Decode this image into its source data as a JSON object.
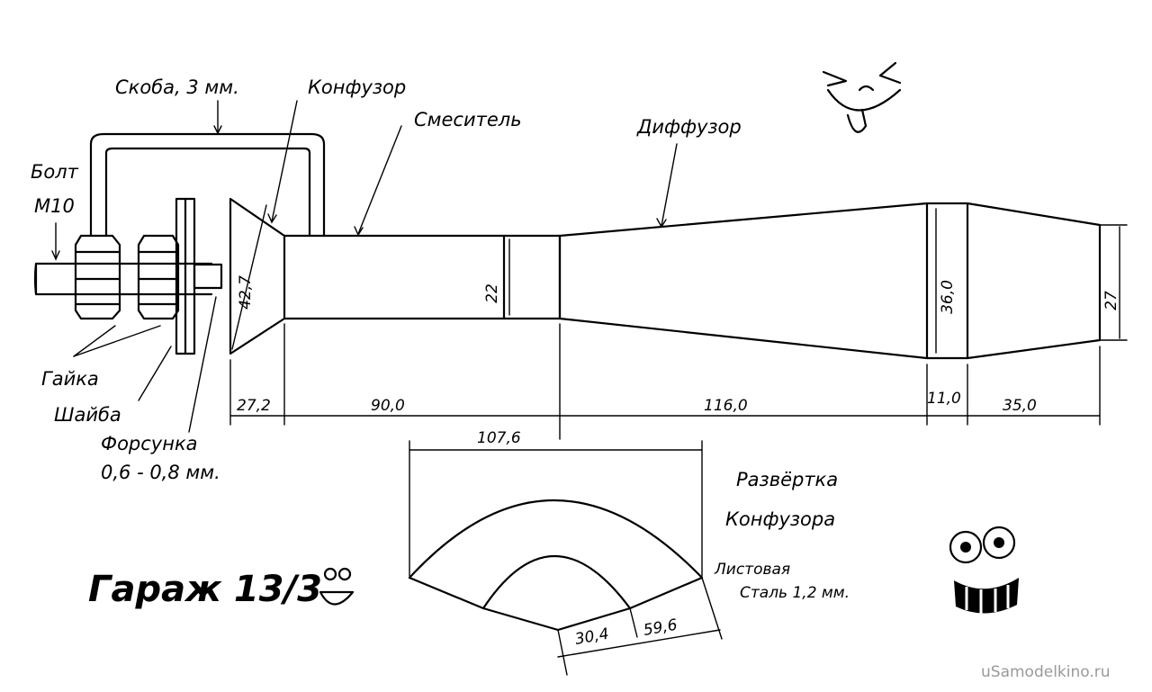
{
  "labels": {
    "bracket": "Скоба, 3 мм.",
    "confuser": "Конфузор",
    "mixer": "Смеситель",
    "diffuser": "Диффузор",
    "bolt_line1": "Болт",
    "bolt_line2": "М10",
    "nut": "Гайка",
    "washer": "Шайба",
    "nozzle_line1": "Форсунка",
    "nozzle_line2": "0,6 - 0,8 мм."
  },
  "dimensions": {
    "confuser_diameter": "42,7",
    "mixer_diameter": "22",
    "diffuser_diameter": "36,0",
    "outlet_diameter": "27",
    "len_confuser": "27,2",
    "len_mixer": "90,0",
    "len_diffuser": "116,0",
    "len_cylinder": "11,0",
    "len_outlet": "35,0"
  },
  "development": {
    "title_line1": "Развёртка",
    "title_line2": "Конфузора",
    "material_line1": "Листовая",
    "material_line2": "Сталь  1,2 мм.",
    "chord": "107,6",
    "inner_radius": "30,4",
    "outer_radius": "59,6"
  },
  "signature": "Гараж 13/3",
  "watermark": "uSamodelkino.ru",
  "icons": [
    "tongue-smiley-icon",
    "small-smiley-icon",
    "grinning-face-icon"
  ]
}
